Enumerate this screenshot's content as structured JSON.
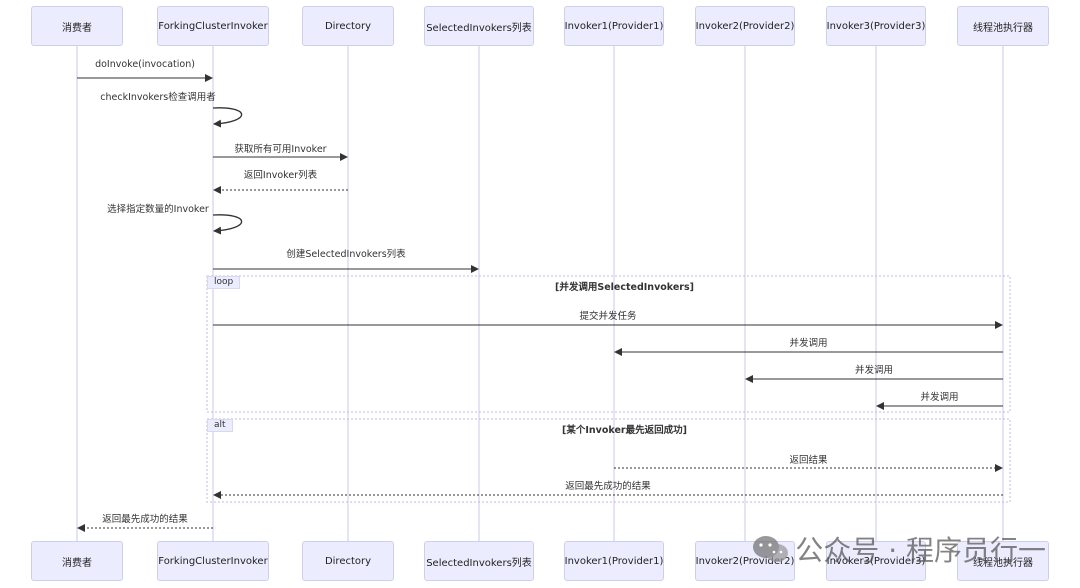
{
  "participants": [
    {
      "id": "consumer",
      "label": "消费者"
    },
    {
      "id": "forking",
      "label": "ForkingClusterInvoker"
    },
    {
      "id": "directory",
      "label": "Directory"
    },
    {
      "id": "selected",
      "label": "SelectedInvokers列表"
    },
    {
      "id": "invoker1",
      "label": "Invoker1(Provider1)"
    },
    {
      "id": "invoker2",
      "label": "Invoker2(Provider2)"
    },
    {
      "id": "invoker3",
      "label": "Invoker3(Provider3)"
    },
    {
      "id": "threadpool",
      "label": "线程池执行器"
    }
  ],
  "messages": [
    {
      "from": "consumer",
      "to": "forking",
      "label": "doInvoke(invocation)",
      "style": "solid"
    },
    {
      "from": "forking",
      "to": "forking",
      "label": "checkInvokers检查调用者",
      "style": "self"
    },
    {
      "from": "forking",
      "to": "directory",
      "label": "获取所有可用Invoker",
      "style": "solid"
    },
    {
      "from": "directory",
      "to": "forking",
      "label": "返回Invoker列表",
      "style": "dotted"
    },
    {
      "from": "forking",
      "to": "forking",
      "label": "选择指定数量的Invoker",
      "style": "self"
    },
    {
      "from": "forking",
      "to": "selected",
      "label": "创建SelectedInvokers列表",
      "style": "solid"
    },
    {
      "from": "forking",
      "to": "threadpool",
      "label": "提交并发任务",
      "style": "solid"
    },
    {
      "from": "threadpool",
      "to": "invoker1",
      "label": "并发调用",
      "style": "solid"
    },
    {
      "from": "threadpool",
      "to": "invoker2",
      "label": "并发调用",
      "style": "solid"
    },
    {
      "from": "threadpool",
      "to": "invoker3",
      "label": "并发调用",
      "style": "solid"
    },
    {
      "from": "invoker1",
      "to": "threadpool",
      "label": "返回结果",
      "style": "dotted"
    },
    {
      "from": "threadpool",
      "to": "forking",
      "label": "返回最先成功的结果",
      "style": "dotted"
    },
    {
      "from": "forking",
      "to": "consumer",
      "label": "返回最先成功的结果",
      "style": "dotted"
    }
  ],
  "frames": [
    {
      "kind": "loop",
      "condition": "[并发调用SelectedInvokers]"
    },
    {
      "kind": "alt",
      "condition": "[某个Invoker最先返回成功]"
    }
  ],
  "watermark": {
    "text": "公众号 · 程序员行一"
  }
}
